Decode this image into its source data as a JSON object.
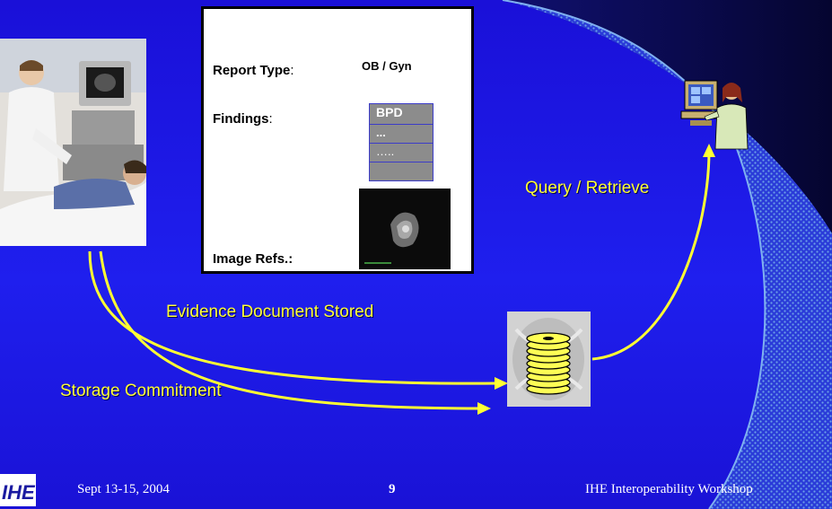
{
  "report": {
    "report_type_label": "Report Type",
    "report_type_value": "OB / Gyn",
    "findings_label": "Findings",
    "findings": [
      "BPD",
      "...",
      "…..",
      ""
    ],
    "image_refs_label": "Image Refs.:"
  },
  "flows": {
    "query_retrieve": "Query / Retrieve",
    "evidence_stored": "Evidence Document Stored",
    "storage_commitment": "Storage Commitment"
  },
  "footer": {
    "logo_text": "IHE",
    "date": "Sept 13-15, 2004",
    "page_number": "9",
    "workshop": "IHE Interoperability Workshop"
  },
  "colors": {
    "background": "#1f1fee",
    "arrow": "#ffff33",
    "label_text": "#ffff33",
    "pattern": "#5a8fe0"
  },
  "icons": {
    "photo": "ultrasound-exam-photo",
    "storage": "storage-disk-stack-icon",
    "workstation": "radiologist-workstation-icon",
    "logo": "ihe-logo"
  }
}
